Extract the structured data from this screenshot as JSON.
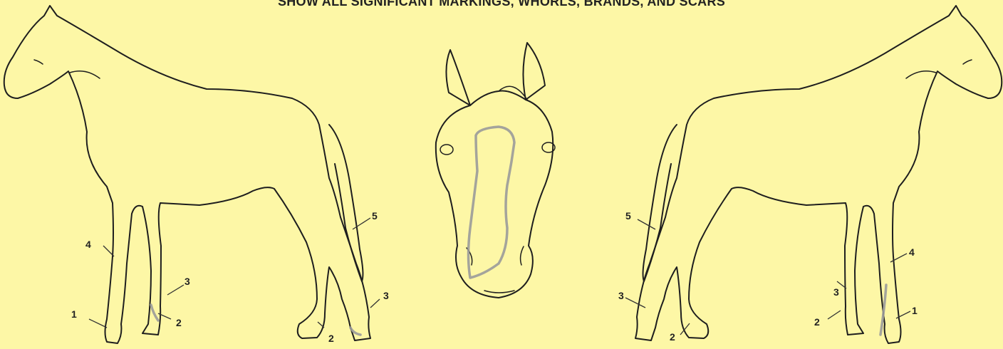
{
  "header": {
    "title": "SHOW ALL SIGNIFICANT MARKINGS, WHORLS, BRANDS, AND SCARS"
  },
  "labels": {
    "left": [
      "1",
      "2",
      "3",
      "4",
      "5",
      "2",
      "3"
    ],
    "right": [
      "5",
      "4",
      "3",
      "2",
      "1",
      "3",
      "2"
    ]
  },
  "colors": {
    "background": "#fdf7a6",
    "outline": "#1e1e1e",
    "marking": "#9a9a9a"
  }
}
